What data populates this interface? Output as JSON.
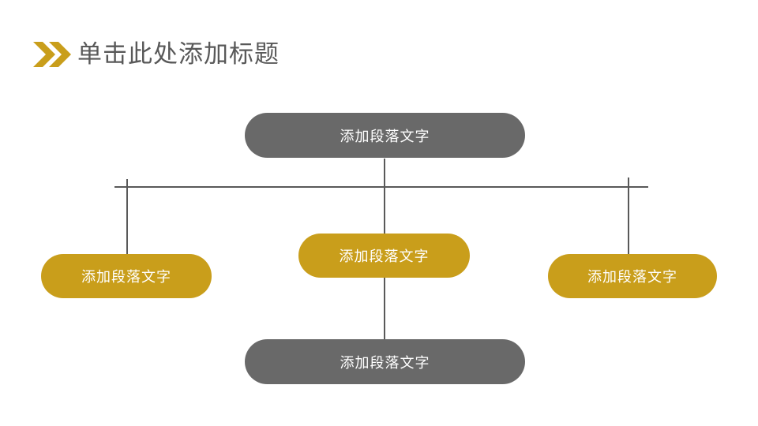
{
  "slide": {
    "title": "单击此处添加标题"
  },
  "colors": {
    "gold": "#C99E1B",
    "gray": "#696969",
    "line": "#595959",
    "title_text": "#595959",
    "node_text": "#FFFFFF",
    "background": "#FFFFFF"
  },
  "icons": {
    "title_marker": "double-chevron-icon"
  },
  "diagram": {
    "nodes": [
      {
        "id": "top",
        "label": "添加段落文字",
        "variant": "gray"
      },
      {
        "id": "branch-left",
        "label": "添加段落文字",
        "variant": "gold"
      },
      {
        "id": "branch-middle",
        "label": "添加段落文字",
        "variant": "gold"
      },
      {
        "id": "branch-right",
        "label": "添加段落文字",
        "variant": "gold"
      },
      {
        "id": "bottom",
        "label": "添加段落文字",
        "variant": "gray"
      }
    ]
  }
}
